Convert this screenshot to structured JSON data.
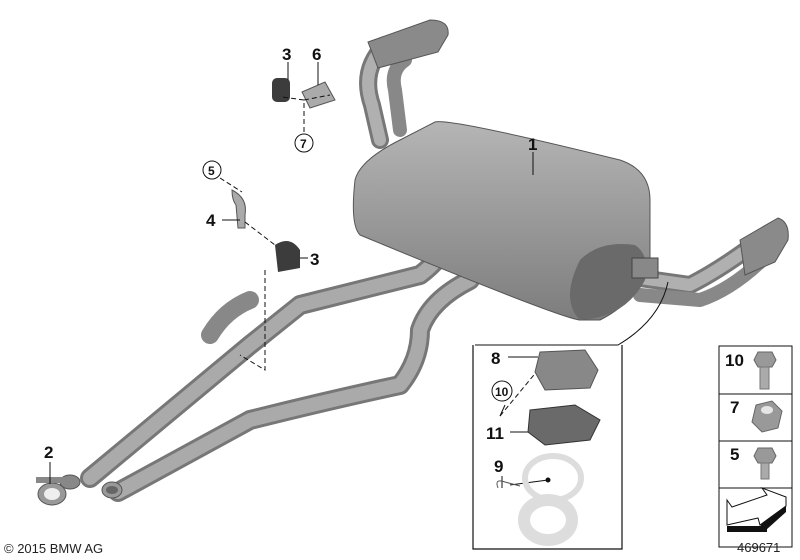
{
  "diagram": {
    "callouts": [
      {
        "id": "1",
        "circled": false
      },
      {
        "id": "2",
        "circled": false
      },
      {
        "id": "3",
        "circled": false
      },
      {
        "id": "3",
        "circled": false
      },
      {
        "id": "4",
        "circled": false
      },
      {
        "id": "5",
        "circled": true
      },
      {
        "id": "6",
        "circled": false
      },
      {
        "id": "7",
        "circled": true
      },
      {
        "id": "8",
        "circled": false
      },
      {
        "id": "9",
        "circled": false
      },
      {
        "id": "10",
        "circled": true
      },
      {
        "id": "11",
        "circled": false
      }
    ],
    "fasteners_panel": [
      {
        "id": "10",
        "icon": "bolt-icon"
      },
      {
        "id": "7",
        "icon": "hex-nut-icon"
      },
      {
        "id": "5",
        "icon": "bolt-icon"
      },
      {
        "id": "",
        "icon": "direction-arrow-icon"
      }
    ],
    "copyright": "© 2015 BMW AG",
    "diagram_number": "469671",
    "colors": {
      "part": "#9a9a9a",
      "part_dark": "#6e6e6e",
      "part_light": "#c8c8c8",
      "line": "#111111"
    }
  }
}
